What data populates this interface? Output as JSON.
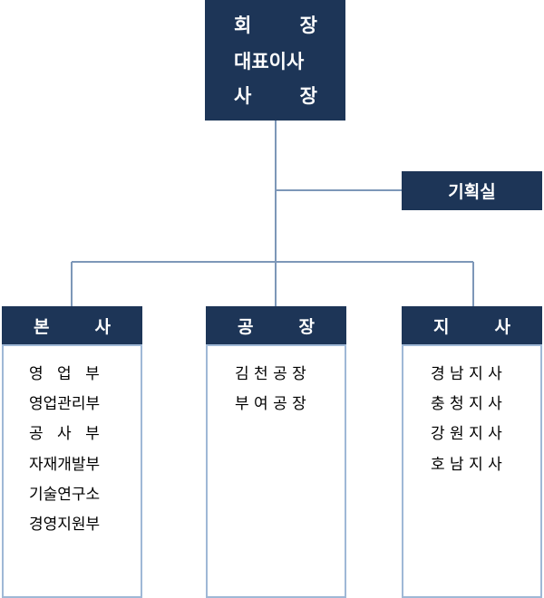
{
  "ceo": {
    "line1": [
      "회",
      "장"
    ],
    "line2": "대표이사",
    "line3": [
      "사",
      "장"
    ]
  },
  "planning": "기획실",
  "divisions": [
    {
      "title": [
        "본",
        "사"
      ],
      "items": [
        "영 업 부",
        "영업관리부",
        "공 사 부",
        "자재개발부",
        "기술연구소",
        "경영지원부"
      ]
    },
    {
      "title": [
        "공",
        "장"
      ],
      "items": [
        "김 천 공 장",
        "부 여 공 장"
      ]
    },
    {
      "title": [
        "지",
        "사"
      ],
      "items": [
        "경 남 지 사",
        "충 청 지 사",
        "강 원 지 사",
        "호 남 지 사"
      ]
    }
  ],
  "colors": {
    "header_bg": "#1d3557",
    "line": "#7d97b8",
    "box_border": "#9fb8d6"
  }
}
